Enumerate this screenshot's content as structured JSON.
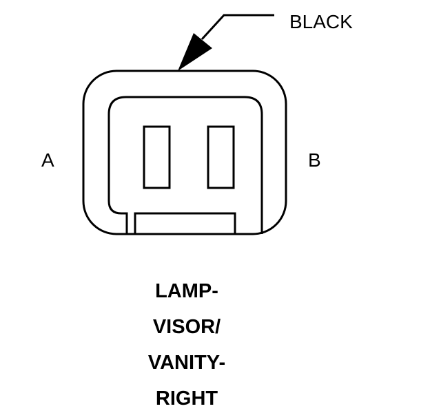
{
  "callout": {
    "color_label": "BLACK"
  },
  "pins": {
    "left": "A",
    "right": "B"
  },
  "connector_title": [
    "LAMP-",
    "VISOR/",
    "VANITY-",
    "RIGHT"
  ],
  "colors": {
    "ink": "#000000",
    "background": "#ffffff"
  }
}
